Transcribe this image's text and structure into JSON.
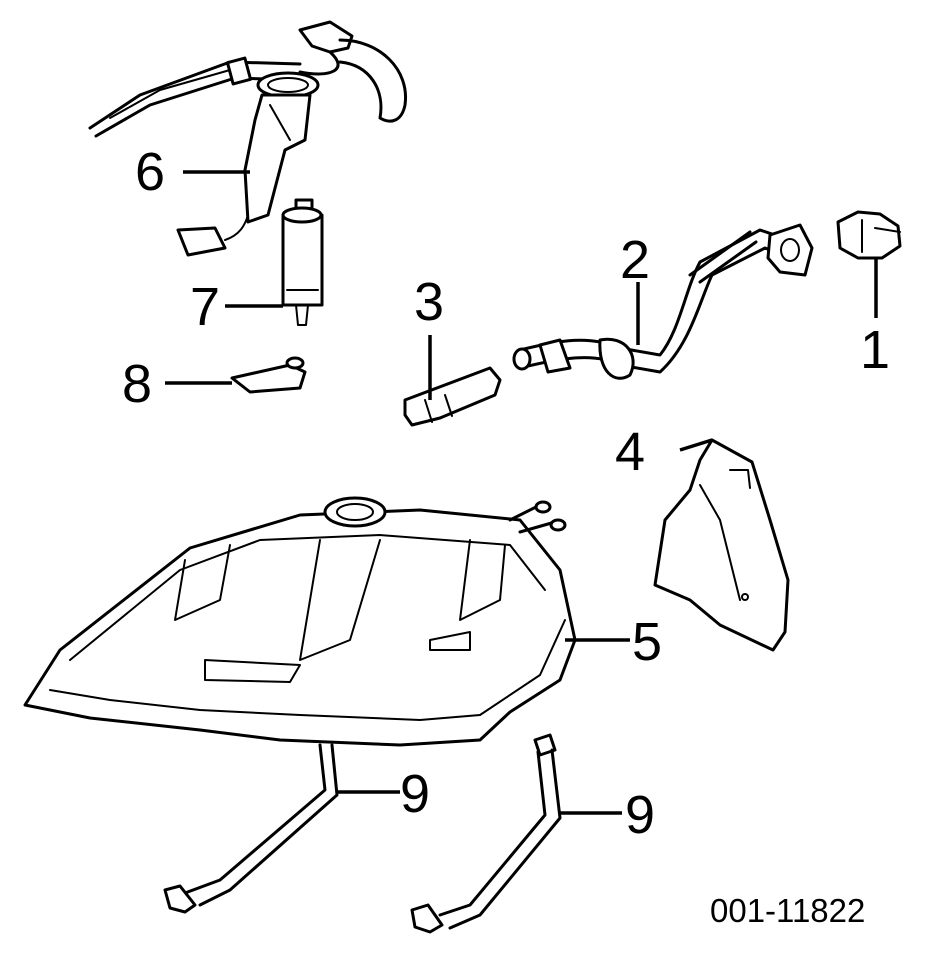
{
  "diagram": {
    "figure_id": "001-11822",
    "callouts": {
      "fuel_cap": "1",
      "filler_pipe": "2",
      "hose_clamp": "3",
      "heat_shield": "4",
      "fuel_tank": "5",
      "fuel_sender": "6",
      "fuel_pump": "7",
      "pump_strainer": "8",
      "strap_left": "9",
      "strap_right": "9"
    }
  }
}
